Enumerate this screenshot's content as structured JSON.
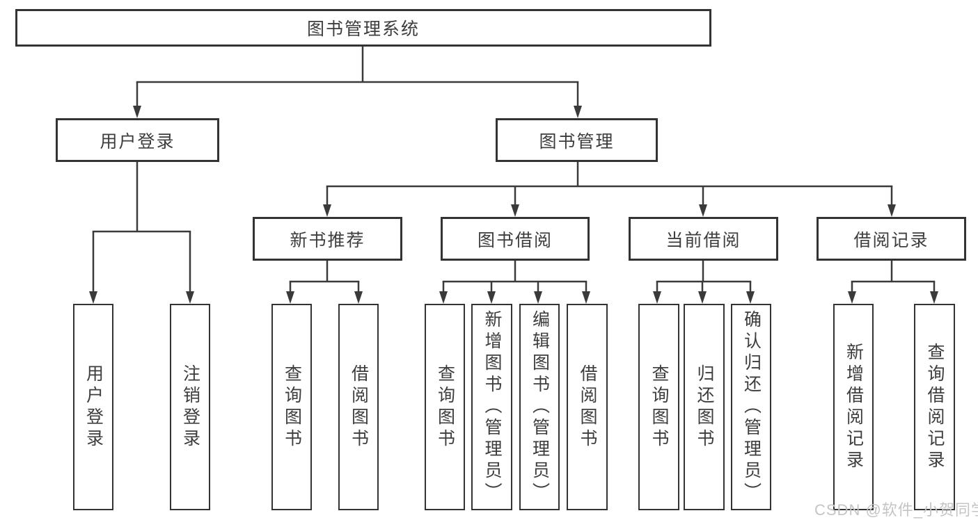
{
  "diagram": {
    "root": {
      "label": "图书管理系统"
    },
    "level2": [
      {
        "label": "用户登录"
      },
      {
        "label": "图书管理"
      }
    ],
    "level3": [
      {
        "label": "新书推荐"
      },
      {
        "label": "图书借阅"
      },
      {
        "label": "当前借阅"
      },
      {
        "label": "借阅记录"
      }
    ],
    "leaves": {
      "user_login": [
        "用户登录",
        "注销登录"
      ],
      "new_book_recommend": [
        "查询图书",
        "借阅图书"
      ],
      "book_borrow": [
        "查询图书",
        "新增图书（管理员）",
        "编辑图书（管理员）",
        "借阅图书"
      ],
      "current_borrow": [
        "查询图书",
        "归还图书",
        "确认归还（管理员）"
      ],
      "borrow_records": [
        "新增借阅记录",
        "查询借阅记录"
      ]
    }
  },
  "watermark": {
    "text": "CSDN @软件_小贺同学"
  },
  "colors": {
    "line": "#3a3a3a",
    "box_border": "#333333",
    "text": "#3d3d3d",
    "watermark": "#c4c4c4",
    "background": "#ffffff"
  }
}
